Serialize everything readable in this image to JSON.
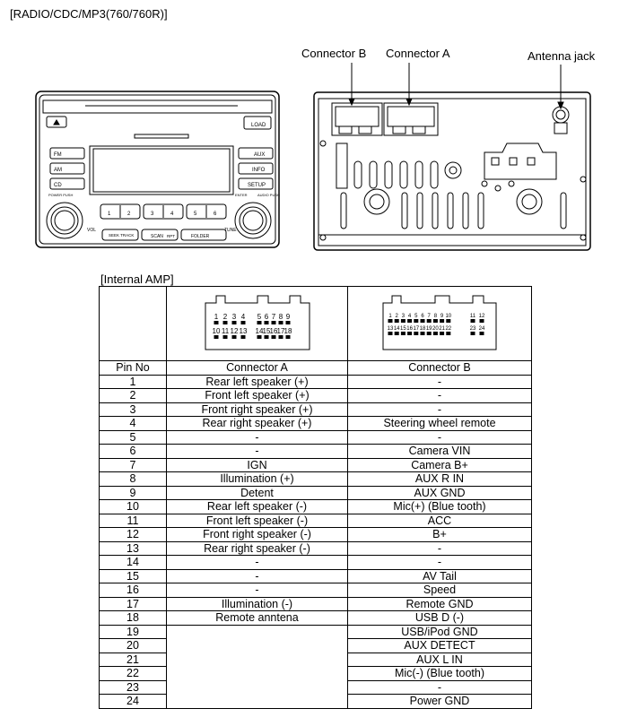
{
  "page_title": "[RADIO/CDC/MP3(760/760R)]",
  "callouts": {
    "connector_b": "Connector B",
    "connector_a": "Connector A",
    "antenna_jack": "Antenna jack"
  },
  "front_panel": {
    "load": "LOAD",
    "left_buttons": [
      "FM",
      "AM",
      "CD"
    ],
    "right_buttons": [
      "AUX",
      "INFO",
      "SETUP"
    ],
    "power_push": "POWER PUSH",
    "enter": "ENTER",
    "audio_push": "AUDIO PUSH",
    "vol": "VOL",
    "tune": "TUNE",
    "presets": [
      "1",
      "2",
      "3",
      "4",
      "5",
      "6"
    ],
    "seek_track": "SEEK TRACK",
    "scan": "SCAN",
    "rpt": "RPT",
    "folder": "FOLDER"
  },
  "section_label": "[Internal AMP]",
  "connector_a_pin_labels": {
    "top_row": [
      "1",
      "2",
      "3",
      "4",
      "5",
      "6",
      "7",
      "8",
      "9"
    ],
    "bottom_row": [
      "10",
      "11",
      "12",
      "13",
      "14",
      "15",
      "16",
      "17",
      "18"
    ]
  },
  "connector_b_pin_labels": {
    "top_row": [
      "1",
      "2",
      "3",
      "4",
      "5",
      "6",
      "7",
      "8",
      "9",
      "10",
      "11",
      "12"
    ],
    "bottom_row": [
      "13",
      "14",
      "15",
      "16",
      "17",
      "18",
      "19",
      "20",
      "21",
      "22",
      "23",
      "24"
    ]
  },
  "table": {
    "headers": [
      "Pin No",
      "Connector A",
      "Connector B"
    ],
    "rows": [
      [
        "1",
        "Rear left speaker (+)",
        "-"
      ],
      [
        "2",
        "Front left speaker (+)",
        "-"
      ],
      [
        "3",
        "Front right speaker (+)",
        "-"
      ],
      [
        "4",
        "Rear right speaker (+)",
        "Steering wheel remote"
      ],
      [
        "5",
        "-",
        "-"
      ],
      [
        "6",
        "-",
        "Camera VIN"
      ],
      [
        "7",
        "IGN",
        "Camera B+"
      ],
      [
        "8",
        "Illumination (+)",
        "AUX R IN"
      ],
      [
        "9",
        "Detent",
        "AUX GND"
      ],
      [
        "10",
        "Rear left speaker (-)",
        "Mic(+) (Blue tooth)"
      ],
      [
        "11",
        "Front left speaker (-)",
        "ACC"
      ],
      [
        "12",
        "Front right speaker (-)",
        "B+"
      ],
      [
        "13",
        "Rear right speaker (-)",
        "-"
      ],
      [
        "14",
        "-",
        "-"
      ],
      [
        "15",
        "-",
        "AV Tail"
      ],
      [
        "16",
        "-",
        "Speed"
      ],
      [
        "17",
        "Illumination (-)",
        "Remote GND"
      ],
      [
        "18",
        "Remote anntena",
        "USB D (-)"
      ],
      [
        "19",
        "",
        "USB/iPod GND"
      ],
      [
        "20",
        "",
        "AUX DETECT"
      ],
      [
        "21",
        "",
        "AUX L IN"
      ],
      [
        "22",
        "",
        "Mic(-) (Blue tooth)"
      ],
      [
        "23",
        "",
        "-"
      ],
      [
        "24",
        "",
        "Power GND"
      ]
    ]
  }
}
